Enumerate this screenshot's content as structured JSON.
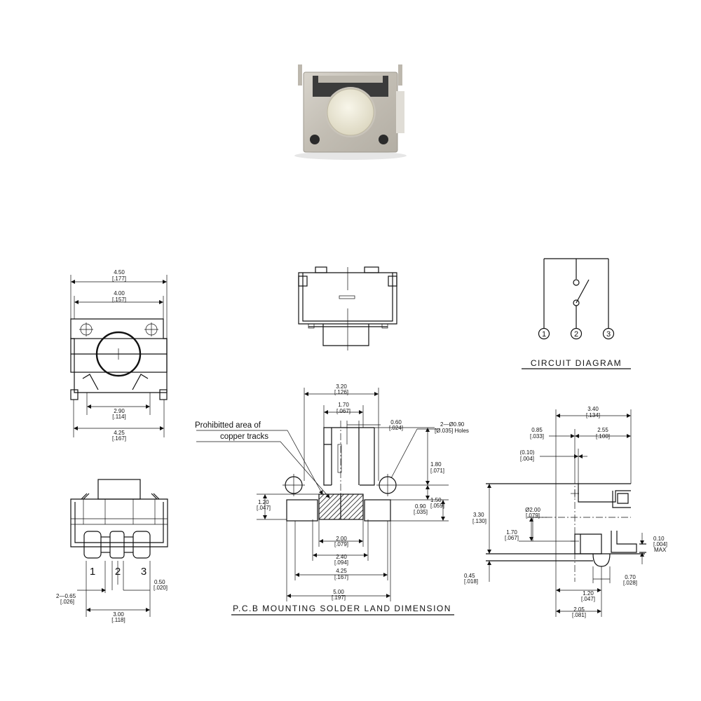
{
  "captions": {
    "circuit": "CIRCUIT  DIAGRAM",
    "pcb": "P.C.B MOUNTING  SOLDER  LAND  DIMENSION"
  },
  "pcb_note": {
    "line1": "Prohibitted  area  of",
    "line2": "copper tracks"
  },
  "pins": {
    "p1": "1",
    "p2": "2",
    "p3": "3"
  },
  "top_view": {
    "d_450": "4.50",
    "d_450_in": "[.177]",
    "d_400": "4.00",
    "d_400_in": "[.157]",
    "d_290": "2.90",
    "d_290_in": "[.114]",
    "d_425": "4.25",
    "d_425_in": "[.167]"
  },
  "front_view": {
    "d_065": "2—0.65",
    "d_065_in": "[.026]",
    "d_050": "0.50",
    "d_050_in": "[.020]",
    "d_300": "3.00",
    "d_300_in": "[.118]"
  },
  "pcb_dims": {
    "d_320": "3.20",
    "d_320_in": "[.126]",
    "d_170": "1.70",
    "d_170_in": "[.067]",
    "d_060": "0.60",
    "d_060_in": "[.024]",
    "holes": "2—Ø0.90",
    "holes_in": "[Ø.035] Holes",
    "d_180": "1.80",
    "d_180_in": "[.071]",
    "d_150": "1.50",
    "d_150_in": "[.059]",
    "d_090": "0.90",
    "d_090_in": "[.035]",
    "d_120": "1.20",
    "d_120_in": "[.047]",
    "d_200": "2.00",
    "d_200_in": "[.079]",
    "d_240": "2.40",
    "d_240_in": "[.094]",
    "d_425": "4.25",
    "d_425_in": "[.167]",
    "d_500": "5.00",
    "d_500_in": "[.197]"
  },
  "side_view": {
    "d_340": "3.40",
    "d_340_in": "[.134]",
    "d_085": "0.85",
    "d_085_in": "[.033]",
    "d_255": "2.55",
    "d_255_in": "[.100]",
    "d_010": "(0.10)",
    "d_010_in": "[.004]",
    "d_330": "3.30",
    "d_330_in": "[.130]",
    "d_dia200": "Ø2.00",
    "d_dia200_in": "[.079]",
    "d_170": "1.70",
    "d_170_in": "[.067]",
    "d_010max": "0.10",
    "d_010max_in": "[.004]",
    "max": "MAX",
    "d_045": "0.45",
    "d_045_in": "[.018]",
    "d_070": "0.70",
    "d_070_in": "[.028]",
    "d_120": "1.20",
    "d_120_in": "[.047]",
    "d_205": "2.05",
    "d_205_in": "[.081]"
  }
}
